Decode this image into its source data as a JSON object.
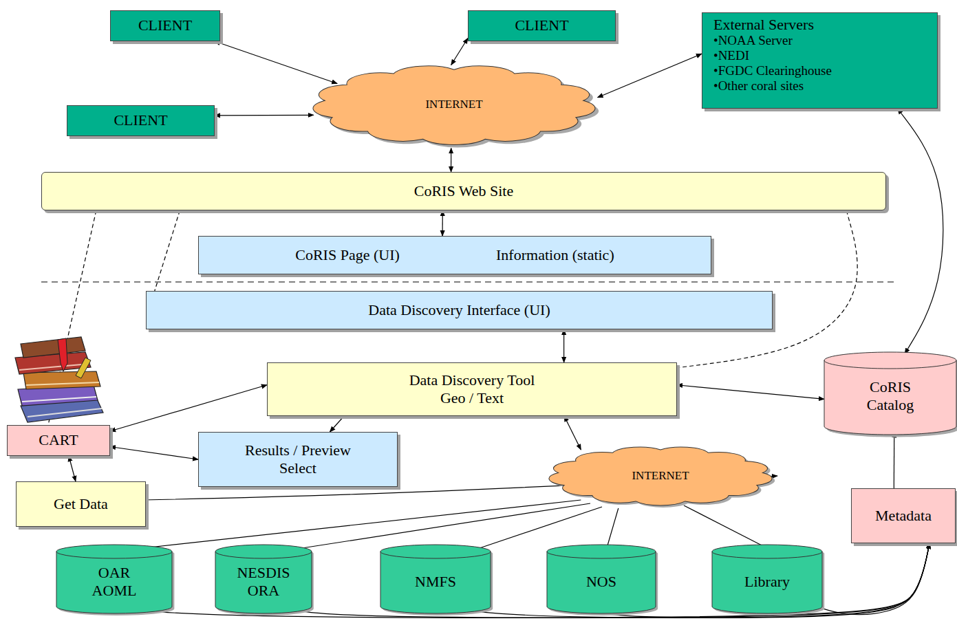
{
  "diagram": {
    "nodes": [
      {
        "text": [
          "CLIENT"
        ]
      },
      {
        "text": [
          "CLIENT"
        ]
      },
      {
        "text": [
          "External Servers",
          "•NOAA Server",
          "•NEDI",
          "•FGDC Clearinghouse",
          "•Other coral sites"
        ]
      },
      {
        "text": [
          "CLIENT"
        ]
      },
      {
        "text": [
          "INTERNET"
        ]
      },
      {
        "text": [
          "CoRIS Web Site"
        ]
      },
      {
        "text": [
          "CoRIS Page (UI)",
          "Information (static)"
        ]
      },
      {
        "text": [
          "Data Discovery Interface (UI)"
        ]
      },
      {
        "text": [
          "Data Discovery Tool Geo / Text"
        ]
      },
      {
        "text": [
          "CART"
        ]
      },
      {
        "text": [
          "Results / Preview Select"
        ]
      },
      {
        "text": [
          "CoRIS Catalog"
        ]
      },
      {
        "text": [
          "INTERNET"
        ]
      },
      {
        "text": [
          "Get Data"
        ]
      },
      {
        "text": [
          "Metadata"
        ]
      },
      {
        "text": [
          "OAR AOML"
        ]
      },
      {
        "text": [
          "NESDIS ORA"
        ]
      },
      {
        "text": [
          "NMFS"
        ]
      },
      {
        "text": [
          "NOS"
        ]
      },
      {
        "text": [
          "Library"
        ]
      }
    ],
    "edges": [
      {
        "from": 0,
        "to": 4,
        "arrow": "both"
      },
      {
        "from": 1,
        "to": 4,
        "arrow": "both"
      },
      {
        "from": 3,
        "to": 4,
        "arrow": "both"
      },
      {
        "from": 4,
        "to": 2,
        "arrow": "both"
      },
      {
        "from": 4,
        "to": 5,
        "arrow": "both"
      },
      {
        "from": 5,
        "to": 6,
        "arrow": "both"
      },
      {
        "from": 7,
        "to": 8,
        "arrow": "both"
      },
      {
        "from": 8,
        "to": 9,
        "arrow": "both"
      },
      {
        "from": 8,
        "to": 10,
        "arrow": "to"
      },
      {
        "from": 8,
        "to": 11,
        "arrow": "both"
      },
      {
        "from": 8,
        "to": 12,
        "arrow": "both"
      },
      {
        "from": 9,
        "to": 10,
        "arrow": "both"
      },
      {
        "from": 9,
        "to": 13,
        "arrow": "both"
      },
      {
        "from": 12,
        "to": 13,
        "arrow": "both"
      },
      {
        "from": 2,
        "to": 11,
        "arrow": "both"
      },
      {
        "from": 14,
        "to": 11,
        "arrow": "to"
      },
      {
        "from": 15,
        "to": 12,
        "arrow": "none"
      },
      {
        "from": 16,
        "to": 12,
        "arrow": "none"
      },
      {
        "from": 17,
        "to": 12,
        "arrow": "none"
      },
      {
        "from": 18,
        "to": 12,
        "arrow": "none"
      },
      {
        "from": 19,
        "to": 12,
        "arrow": "none"
      },
      {
        "from": 15,
        "to": 14,
        "arrow": "to"
      },
      {
        "from": 16,
        "to": 14,
        "arrow": "to"
      },
      {
        "from": 17,
        "to": 14,
        "arrow": "to"
      },
      {
        "from": 18,
        "to": 14,
        "arrow": "to"
      },
      {
        "from": 19,
        "to": 14,
        "arrow": "to"
      },
      {
        "from": 5,
        "to": 9,
        "arrow": "none"
      },
      {
        "from": 5,
        "to": 7,
        "arrow": "none"
      },
      {
        "from": 5,
        "to": 8,
        "arrow": "none"
      }
    ]
  }
}
